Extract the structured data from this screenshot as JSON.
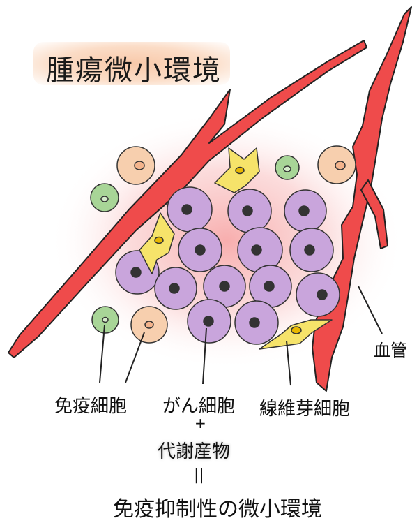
{
  "title": "腫瘍微小環境",
  "labels": {
    "blood_vessel": "血管",
    "immune_cell": "免疫細胞",
    "cancer_cell": "がん細胞",
    "fibroblast": "線維芽細胞",
    "plus": "+",
    "metabolites": "代謝産物",
    "equals": "||",
    "conclusion": "免疫抑制性の微小環境"
  },
  "colors": {
    "vessel": "#ef4b4b",
    "cancer_cell": "#c9a5dc",
    "fibroblast": "#f6e36a",
    "immune_green": "#a8d597",
    "immune_peach": "#f7cfae",
    "glow": "#f26b6b"
  }
}
